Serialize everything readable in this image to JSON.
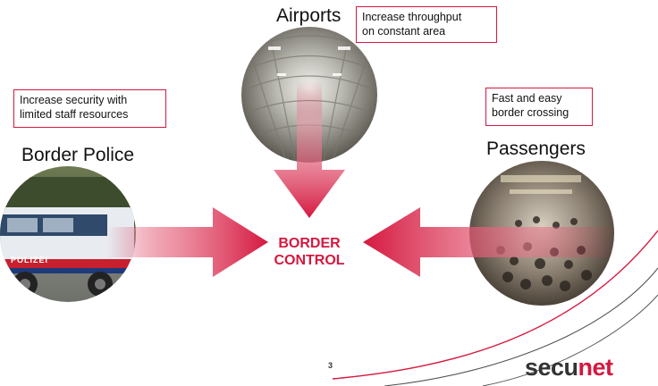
{
  "nodes": {
    "airports": {
      "title": "Airports",
      "note_lines": [
        "Increase throughput",
        "on constant area"
      ]
    },
    "border_police": {
      "title": "Border Police",
      "note_lines": [
        "Increase security with",
        "limited staff resources"
      ]
    },
    "passengers": {
      "title": "Passengers",
      "note_lines": [
        "Fast and easy",
        "border crossing"
      ]
    }
  },
  "center": {
    "lines": [
      "BORDER",
      "CONTROL"
    ]
  },
  "van_text": "POLIZEI",
  "footer": {
    "page_number": "3",
    "logo_part1": "secu",
    "logo_part2": "net"
  },
  "colors": {
    "accent": "#d5183f",
    "logo_dark": "#333333",
    "text": "#111111"
  }
}
